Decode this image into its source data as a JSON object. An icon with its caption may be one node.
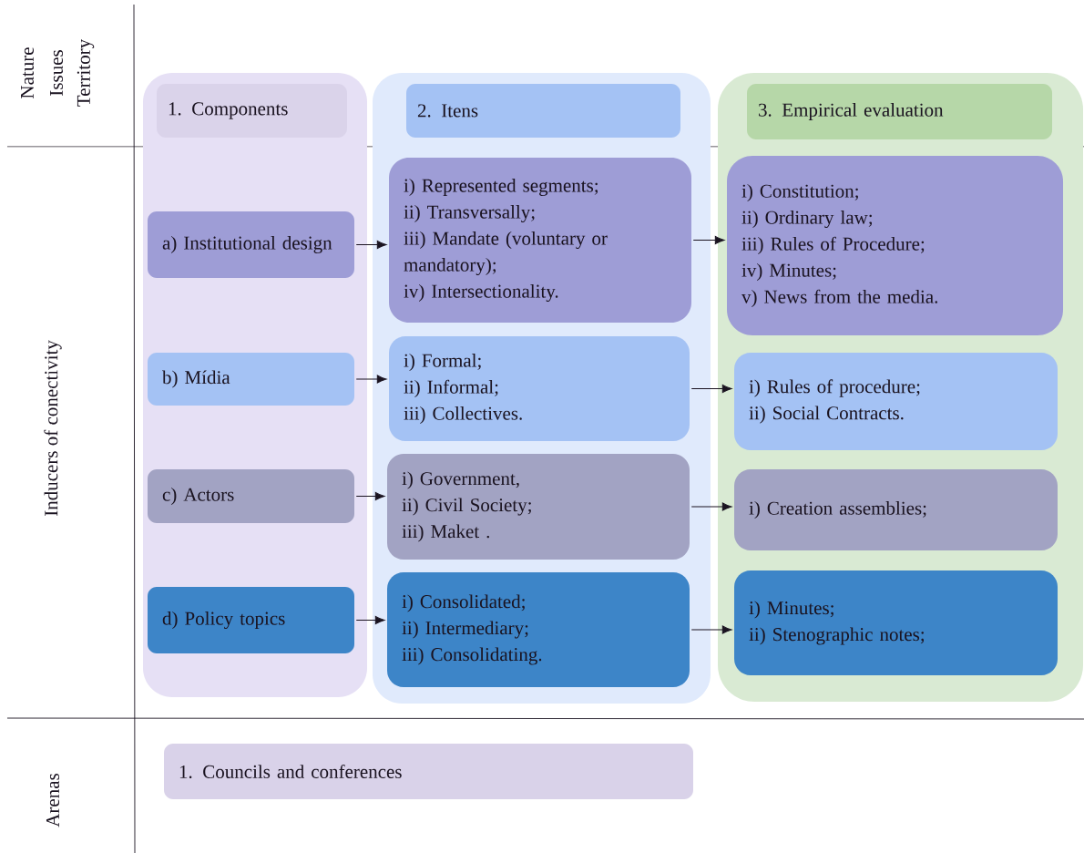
{
  "diagram": {
    "nodes": [
      {
        "text": [],
        "shape": "box"
      },
      {
        "text": [
          "1. Components"
        ],
        "in": 0
      },
      {
        "text": [
          "a) Institutional design"
        ],
        "in": 0
      },
      {
        "text": [
          "b) Mídia"
        ],
        "in": 0
      },
      {
        "text": [
          "c) Actors"
        ],
        "in": 0
      },
      {
        "text": [
          "d) Policy topics"
        ],
        "in": 0
      },
      {
        "text": [],
        "shape": "box"
      },
      {
        "text": [
          "2. Itens"
        ],
        "in": 6
      },
      {
        "text": [
          "i) Represented segments;",
          "ii) Transversally;",
          "iii) Mandate (voluntary or mandatory);",
          "iv) Intersectionality."
        ],
        "in": 6
      },
      {
        "text": [
          "i) Formal;",
          "ii) Informal;",
          "iii) Collectives."
        ],
        "in": 6
      },
      {
        "text": [
          "i) Government,",
          "ii) Civil Society;",
          "iii) Maket ."
        ],
        "in": 6
      },
      {
        "text": [
          "i) Consolidated;",
          "ii) Intermediary;",
          "iii) Consolidating."
        ],
        "in": 6
      },
      {
        "text": [],
        "shape": "box"
      },
      {
        "text": [
          "3. Empirical evaluation"
        ],
        "in": 12
      },
      {
        "text": [
          "i) Constitution;",
          "ii) Ordinary law;",
          "iii) Rules of Procedure;",
          "iv) Minutes;",
          "v) News from the media."
        ],
        "in": 12
      },
      {
        "text": [
          "i) Rules of procedure;",
          "ii) Social Contracts."
        ],
        "in": 12
      },
      {
        "text": [
          "i) Creation assemblies;"
        ],
        "in": 12
      },
      {
        "text": [
          "i) Minutes;",
          "ii) Stenographic notes;"
        ],
        "in": 12
      },
      {
        "text": [
          "1. Councils and conferences"
        ]
      }
    ],
    "edges": [
      {
        "from": 2,
        "to": 8,
        "arrow": "to"
      },
      {
        "from": 8,
        "to": 14,
        "arrow": "to"
      },
      {
        "from": 3,
        "to": 9,
        "arrow": "to"
      },
      {
        "from": 9,
        "to": 15,
        "arrow": "to"
      },
      {
        "from": 4,
        "to": 10,
        "arrow": "to"
      },
      {
        "from": 10,
        "to": 16,
        "arrow": "to"
      },
      {
        "from": 5,
        "to": 11,
        "arrow": "to"
      },
      {
        "from": 11,
        "to": 17,
        "arrow": "to"
      }
    ],
    "labels": [
      "Nature",
      "Issues",
      "Territory",
      "Inducers of conectivity",
      "Arenas"
    ]
  }
}
